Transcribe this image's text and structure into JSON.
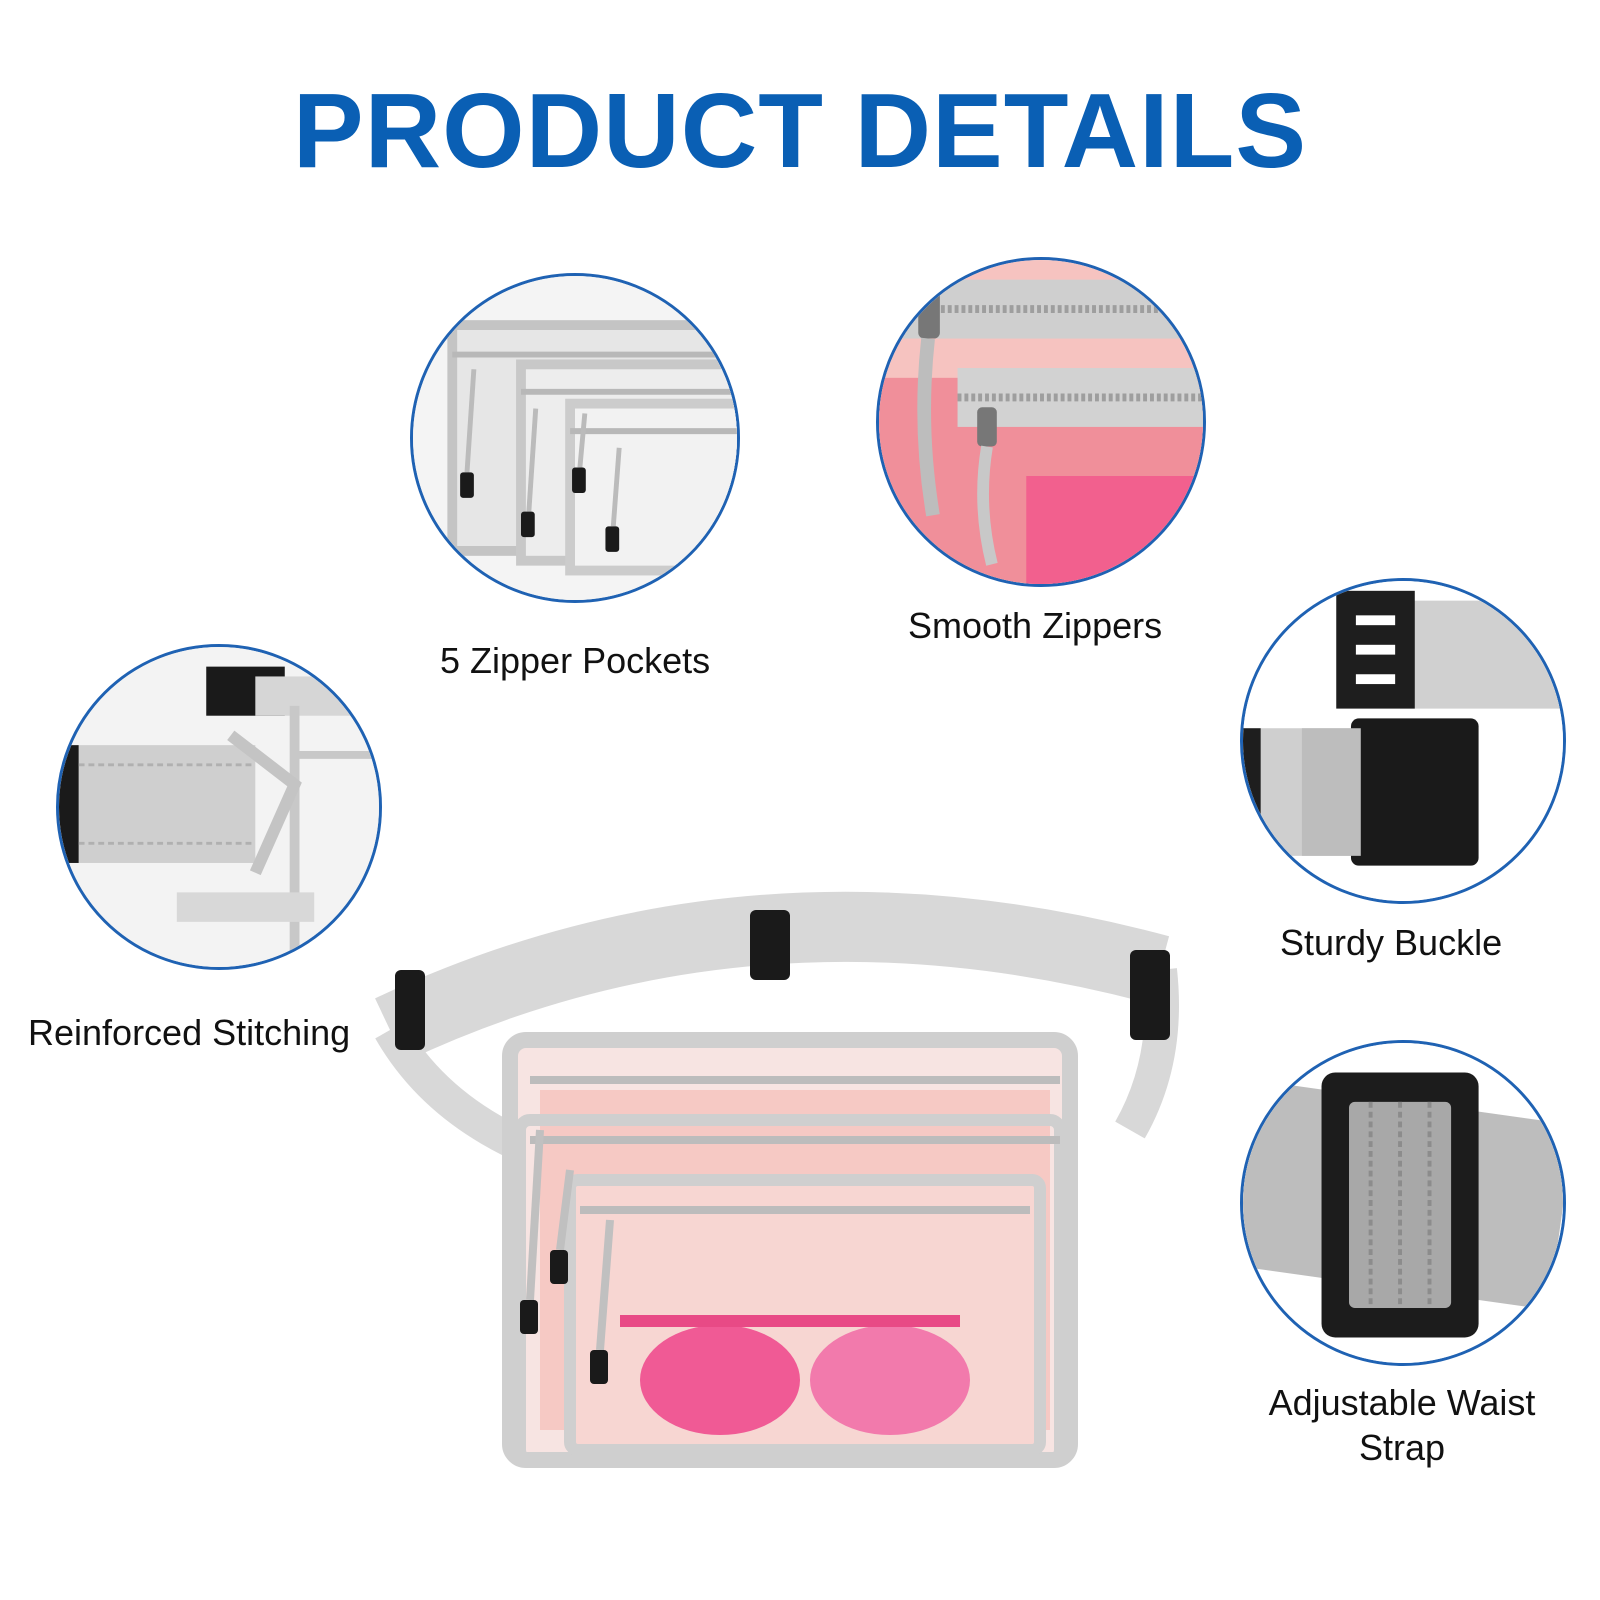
{
  "page": {
    "title": "PRODUCT DETAILS"
  },
  "colors": {
    "accent": "#0a5fb4",
    "circle_border": "#1f62b3"
  },
  "features": [
    {
      "label": "5 Zipper Pockets"
    },
    {
      "label": "Smooth Zippers"
    },
    {
      "label": "Sturdy Buckle"
    },
    {
      "label": "Reinforced Stitching"
    },
    {
      "label": "Adjustable Waist Strap"
    }
  ]
}
